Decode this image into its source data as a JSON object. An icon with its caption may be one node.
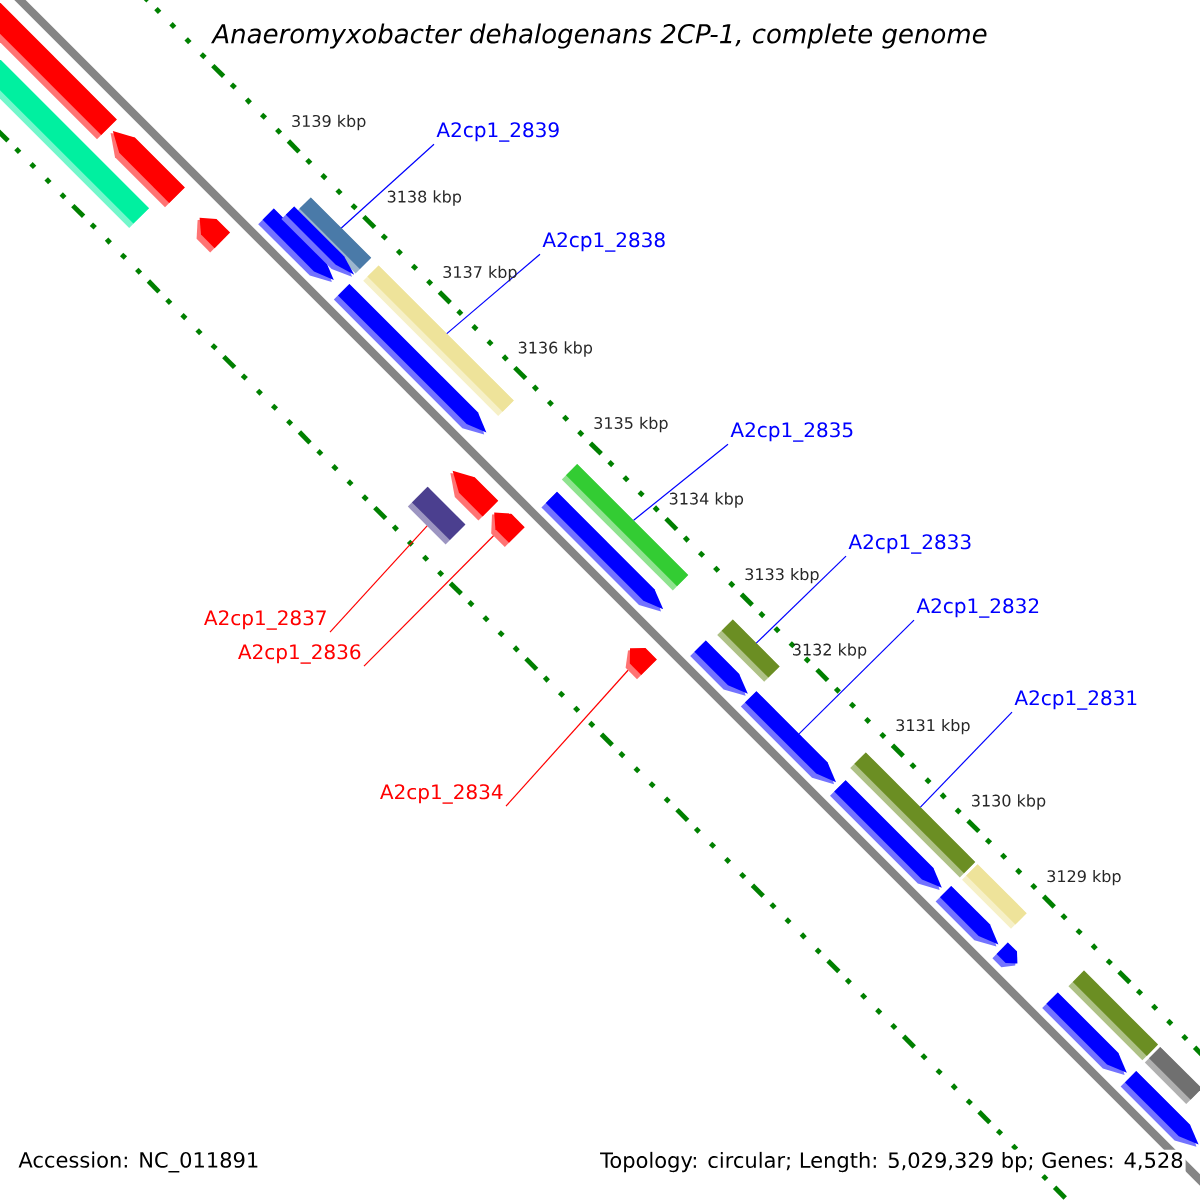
{
  "diagram": {
    "title": "Anaeromyxobacter dehalogenans 2CP-1, complete genome",
    "nodes": [
      {
        "text": [
          "A2cp1_2839"
        ]
      },
      {
        "text": [],
        "shape": "bar"
      },
      {
        "text": [
          "A2cp1_2838"
        ]
      },
      {
        "text": [],
        "shape": "bar"
      },
      {
        "text": [
          "A2cp1_2835"
        ]
      },
      {
        "text": [],
        "shape": "bar"
      },
      {
        "text": [
          "A2cp1_2833"
        ]
      },
      {
        "text": [],
        "shape": "bar"
      },
      {
        "text": [
          "A2cp1_2832"
        ]
      },
      {
        "text": [],
        "shape": "arrow"
      },
      {
        "text": [
          "A2cp1_2831"
        ]
      },
      {
        "text": [],
        "shape": "bar"
      },
      {
        "text": [
          "A2cp1_2837"
        ]
      },
      {
        "text": [],
        "shape": "bar"
      },
      {
        "text": [
          "A2cp1_2836"
        ]
      },
      {
        "text": [],
        "shape": "arrow"
      },
      {
        "text": [
          "A2cp1_2834"
        ]
      },
      {
        "text": [],
        "shape": "arrow"
      },
      {
        "text": [],
        "shape": "bar"
      },
      {
        "text": [],
        "shape": "bar"
      },
      {
        "text": [],
        "shape": "arrow"
      },
      {
        "text": [],
        "shape": "arrow"
      },
      {
        "text": [],
        "shape": "arrow"
      },
      {
        "text": [],
        "shape": "arrow"
      },
      {
        "text": [],
        "shape": "arrow"
      },
      {
        "text": [],
        "shape": "arrow"
      },
      {
        "text": [],
        "shape": "arrow"
      },
      {
        "text": [],
        "shape": "arrow"
      },
      {
        "text": [],
        "shape": "arrow"
      },
      {
        "text": [],
        "shape": "arrow"
      },
      {
        "text": [],
        "shape": "bar"
      },
      {
        "text": [],
        "shape": "arrow"
      },
      {
        "text": [],
        "shape": "arrow"
      },
      {
        "text": [],
        "shape": "bar"
      },
      {
        "text": [],
        "shape": "bar"
      },
      {
        "text": [],
        "shape": "arrow"
      }
    ],
    "edges": [
      {
        "from": 0,
        "to": 1,
        "arrow": "none"
      },
      {
        "from": 2,
        "to": 3,
        "arrow": "none"
      },
      {
        "from": 4,
        "to": 5,
        "arrow": "none"
      },
      {
        "from": 6,
        "to": 7,
        "arrow": "none"
      },
      {
        "from": 8,
        "to": 9,
        "arrow": "none"
      },
      {
        "from": 10,
        "to": 11,
        "arrow": "none"
      },
      {
        "from": 12,
        "to": 13,
        "arrow": "none",
        "color": "#ff0000"
      },
      {
        "from": 14,
        "to": 15,
        "arrow": "none",
        "color": "#ff0000"
      },
      {
        "from": 16,
        "to": 17,
        "arrow": "none",
        "color": "#ff0000"
      }
    ],
    "labels": [
      "3139 kbp",
      "3138 kbp",
      "3137 kbp",
      "3136 kbp",
      "3135 kbp",
      "3134 kbp",
      "3133 kbp",
      "3132 kbp",
      "3131 kbp",
      "3130 kbp",
      "3129 kbp",
      "Accession: NC_011891",
      "Topology: circular; Length: 5,029,329 bp; Genes: 4,528"
    ]
  }
}
